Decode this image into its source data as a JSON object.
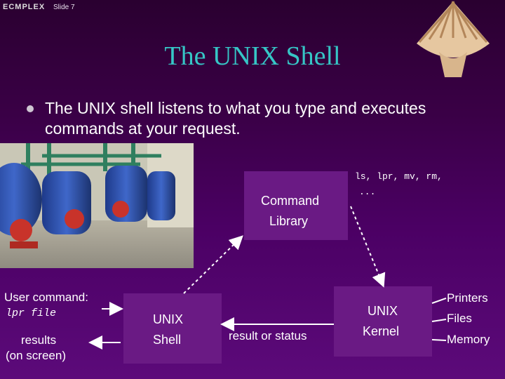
{
  "header": {
    "logo_text": "ECMPLEX",
    "slide_label": "Slide 7"
  },
  "title": "The UNIX Shell",
  "bullet": "The UNIX shell listens to what you type and executes commands at your request.",
  "diagram": {
    "command_library": {
      "line1": "Command",
      "line2": "Library"
    },
    "commands_example": {
      "line1": "ls, lpr, mv, rm,",
      "line2": "..."
    },
    "user_command": {
      "label": "User command:",
      "example": "lpr file"
    },
    "results": {
      "line1": "results",
      "line2": "(on screen)"
    },
    "shell": {
      "line1": "UNIX",
      "line2": "Shell"
    },
    "kernel": {
      "line1": "UNIX",
      "line2": "Kernel"
    },
    "result_status": "result or status",
    "resources": [
      "Printers",
      "Files",
      "Memory"
    ]
  },
  "colors": {
    "title": "#36c6c6",
    "background": "#4b0064"
  },
  "icons": [
    "seashell-logo",
    "boiler-room-photo"
  ]
}
